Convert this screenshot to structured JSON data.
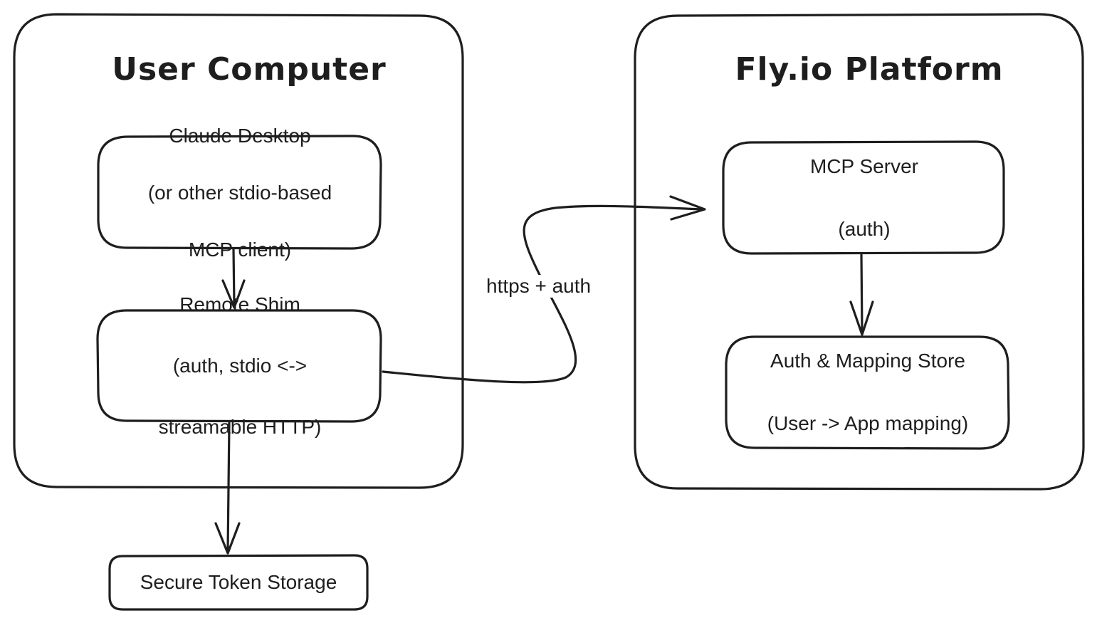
{
  "containers": {
    "user_computer": {
      "title": "User Computer"
    },
    "flyio": {
      "title": "Fly.io Platform"
    }
  },
  "nodes": {
    "claude_desktop": {
      "lines": [
        "Claude Desktop",
        "(or other stdio-based",
        "MCP client)"
      ]
    },
    "remote_shim": {
      "lines": [
        "Remote Shim",
        "(auth, stdio <->",
        "streamable HTTP)"
      ]
    },
    "token_storage": {
      "lines": [
        "Secure Token Storage"
      ]
    },
    "mcp_server": {
      "lines": [
        "MCP Server",
        "(auth)"
      ]
    },
    "auth_store": {
      "lines": [
        "Auth & Mapping Store",
        "(User -> App mapping)"
      ]
    }
  },
  "edges": {
    "shim_to_server": {
      "label": "https + auth"
    }
  },
  "colors": {
    "stroke": "#1e1e1e",
    "background": "#ffffff"
  }
}
